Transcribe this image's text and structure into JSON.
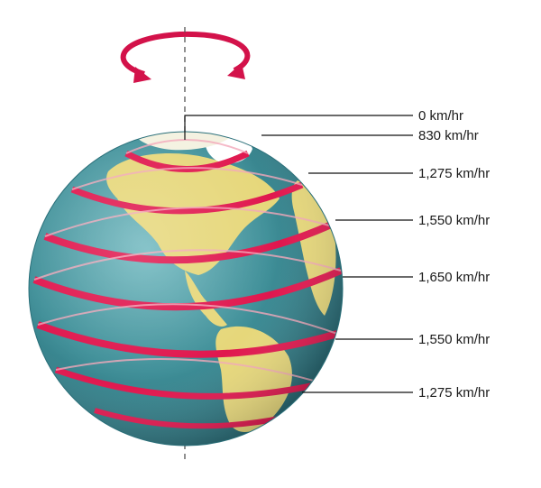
{
  "labels": [
    {
      "id": "label-0",
      "text": "0 km/hr"
    },
    {
      "id": "label-1",
      "text": "830 km/hr"
    },
    {
      "id": "label-2",
      "text": "1,275 km/hr"
    },
    {
      "id": "label-3",
      "text": "1,550 km/hr"
    },
    {
      "id": "label-4",
      "text": "1,650 km/hr"
    },
    {
      "id": "label-5",
      "text": "1,550 km/hr"
    },
    {
      "id": "label-6",
      "text": "1,275 km/hr"
    }
  ],
  "colors": {
    "ocean": "#3f8f98",
    "land": "#e6d77a",
    "ice": "#ffffff",
    "rotation_band": "#e0174e",
    "axis": "#555555",
    "leader_line": "#111111"
  },
  "icons": [
    "rotation-arrow-icon",
    "axis-line",
    "globe",
    "latitude-band",
    "leader-line"
  ]
}
